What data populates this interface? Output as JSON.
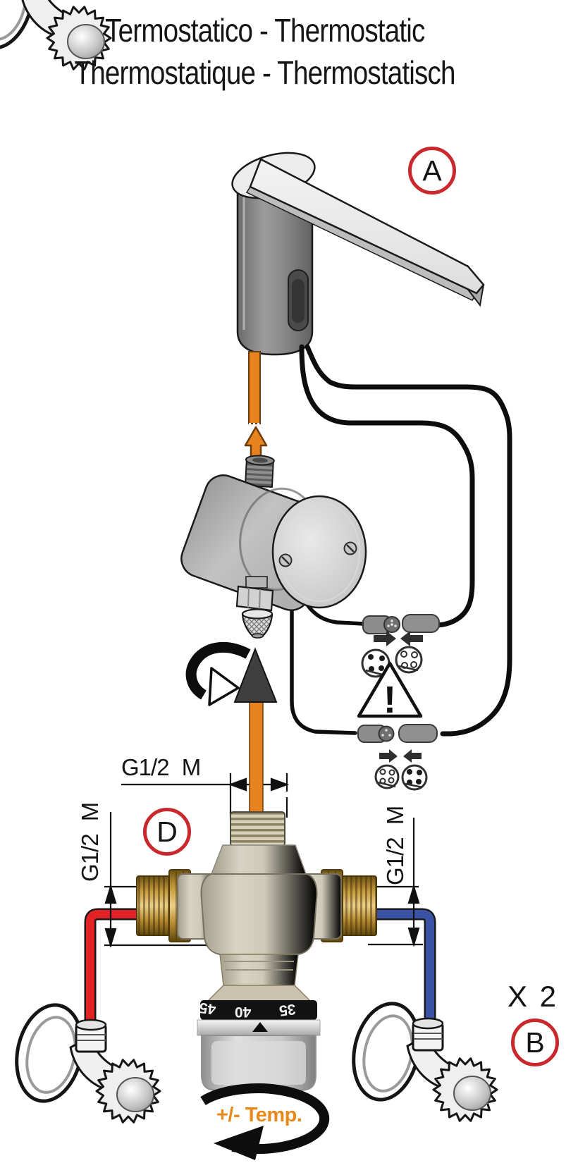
{
  "title": {
    "line1": "Termostatico - Thermostatic",
    "line2": "Thermostatique - Thermostatisch"
  },
  "callouts": {
    "faucet": "A",
    "angle_valve": "B",
    "mixer_valve": "D",
    "quantity": "X 2"
  },
  "dimensions": {
    "top_thread": "G1/2 M",
    "left_thread": "G1/2 M",
    "right_thread": "G1/2 M"
  },
  "dial": {
    "tick_labels": [
      "45",
      "40",
      "35"
    ]
  },
  "temp_control": {
    "label": "+/- Temp."
  },
  "warning": {
    "mark": "!"
  },
  "colors": {
    "callout_ring": "#c9282d",
    "hot_pipe": "#e32226",
    "cold_pipe": "#3a53a4",
    "hose_orange": "#e8821e",
    "temp_label": "#e8891c"
  }
}
